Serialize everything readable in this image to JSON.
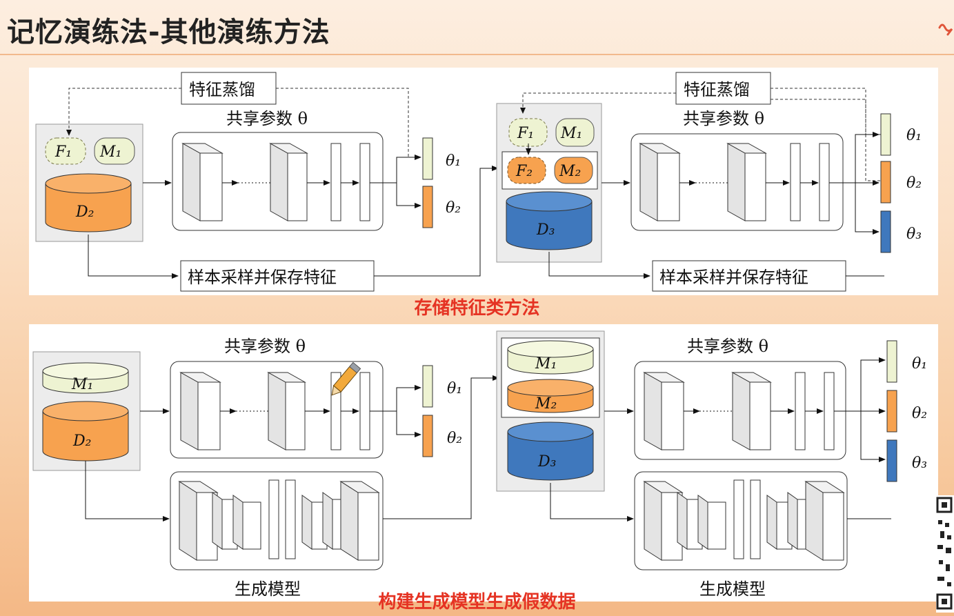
{
  "slide": {
    "title": "记忆演练法-其他演练方法"
  },
  "top_panel": {
    "caption": "存储特征类方法",
    "left": {
      "distill_label": "特征蒸馏",
      "shared_params_label": "共享参数 θ",
      "feature_memory": "F₁",
      "memory": "M₁",
      "dataset": "D₂",
      "sample_label": "样本采样并保存特征",
      "heads": [
        "θ₁",
        "θ₂"
      ]
    },
    "right": {
      "distill_label": "特征蒸馏",
      "shared_params_label": "共享参数 θ",
      "feature_memories": [
        "F₁",
        "F₂"
      ],
      "memories": [
        "M₁",
        "M₂"
      ],
      "dataset": "D₃",
      "sample_label": "样本采样并保存特征",
      "heads": [
        "θ₁",
        "θ₂",
        "θ₃"
      ]
    }
  },
  "bottom_panel": {
    "caption": "构建生成模型生成假数据",
    "left": {
      "shared_params_label": "共享参数 θ",
      "memory": "M₁",
      "dataset": "D₂",
      "generator_label": "生成模型",
      "heads": [
        "θ₁",
        "θ₂"
      ]
    },
    "right": {
      "shared_params_label": "共享参数 θ",
      "memories": [
        "M₁",
        "M₂"
      ],
      "dataset": "D₃",
      "generator_label": "生成模型",
      "heads": [
        "θ₁",
        "θ₂",
        "θ₃"
      ]
    }
  },
  "colors": {
    "accent_red": "#e53323",
    "task1_light": "#f0f3d6",
    "task2_orange": "#f7a24f",
    "task3_blue": "#3f78bd"
  }
}
